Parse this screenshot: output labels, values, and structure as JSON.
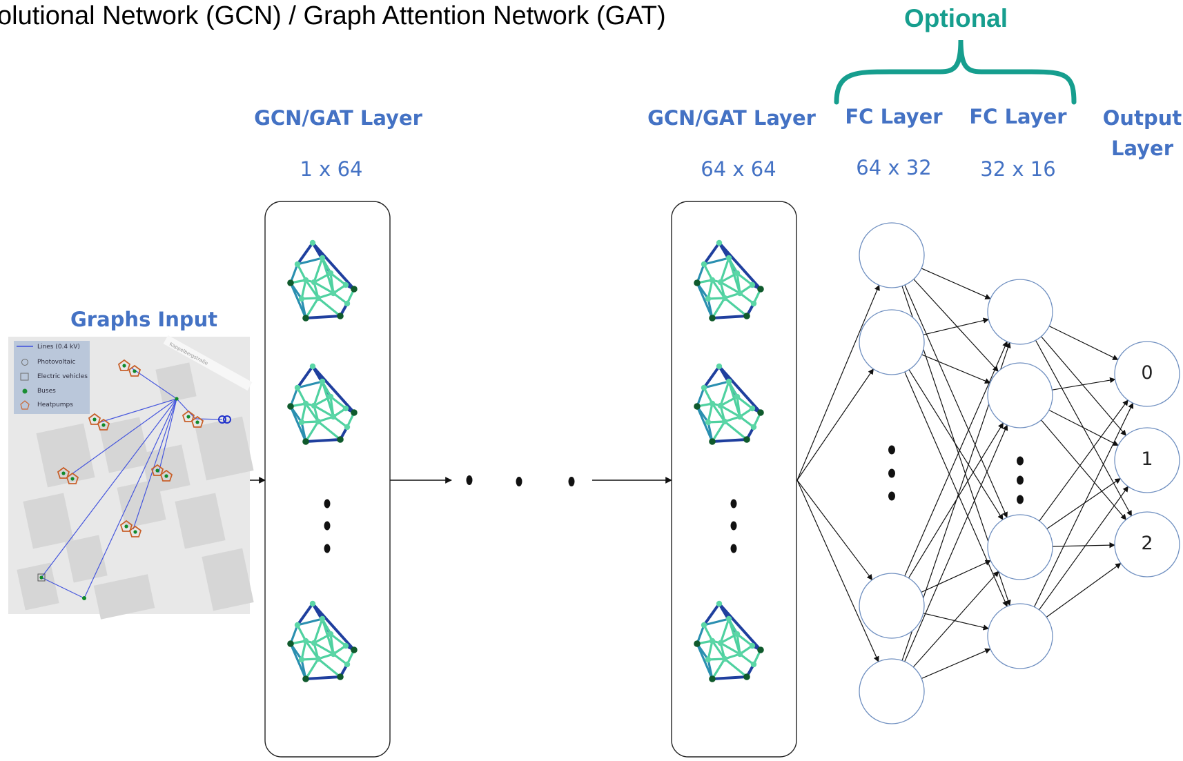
{
  "title": "olutional Network (GCN) / Graph Attention Network (GAT)",
  "optional_label": "Optional",
  "graphs_input": {
    "label": "Graphs Input",
    "legend": [
      {
        "label": "Lines (0.4 kV)",
        "icon": "line-icon"
      },
      {
        "label": "Photovoltaic",
        "icon": "circle-icon"
      },
      {
        "label": "Electric vehicles",
        "icon": "square-icon"
      },
      {
        "label": "Buses",
        "icon": "dot-icon"
      },
      {
        "label": "Heatpumps",
        "icon": "pentagon-icon"
      }
    ],
    "street_label": "Kappelbergstraße"
  },
  "layers": {
    "gcn1": {
      "title": "GCN/GAT Layer",
      "size": "1 x 64"
    },
    "gcn2": {
      "title": "GCN/GAT Layer",
      "size": "64 x 64"
    },
    "fc1": {
      "title": "FC Layer",
      "size": "64 x 32"
    },
    "fc2": {
      "title": "FC Layer",
      "size": "32 x 16"
    },
    "output": {
      "title_line1": "Output",
      "title_line2": "Layer"
    }
  },
  "outputs": [
    "0",
    "1",
    "2"
  ],
  "colors": {
    "title_blue": "#4472c4",
    "optional_teal": "#169e8e",
    "graph_edge_dark": "#1f3f9e",
    "graph_edge_mid": "#2a8fb0",
    "graph_edge_light": "#4fd1a0",
    "node_dark": "#0f5a2c",
    "node_light": "#5bd6a6",
    "neuron_stroke": "#6f8fc0",
    "map_bg": "#e8e8e8",
    "heatpump": "#c8602a"
  }
}
